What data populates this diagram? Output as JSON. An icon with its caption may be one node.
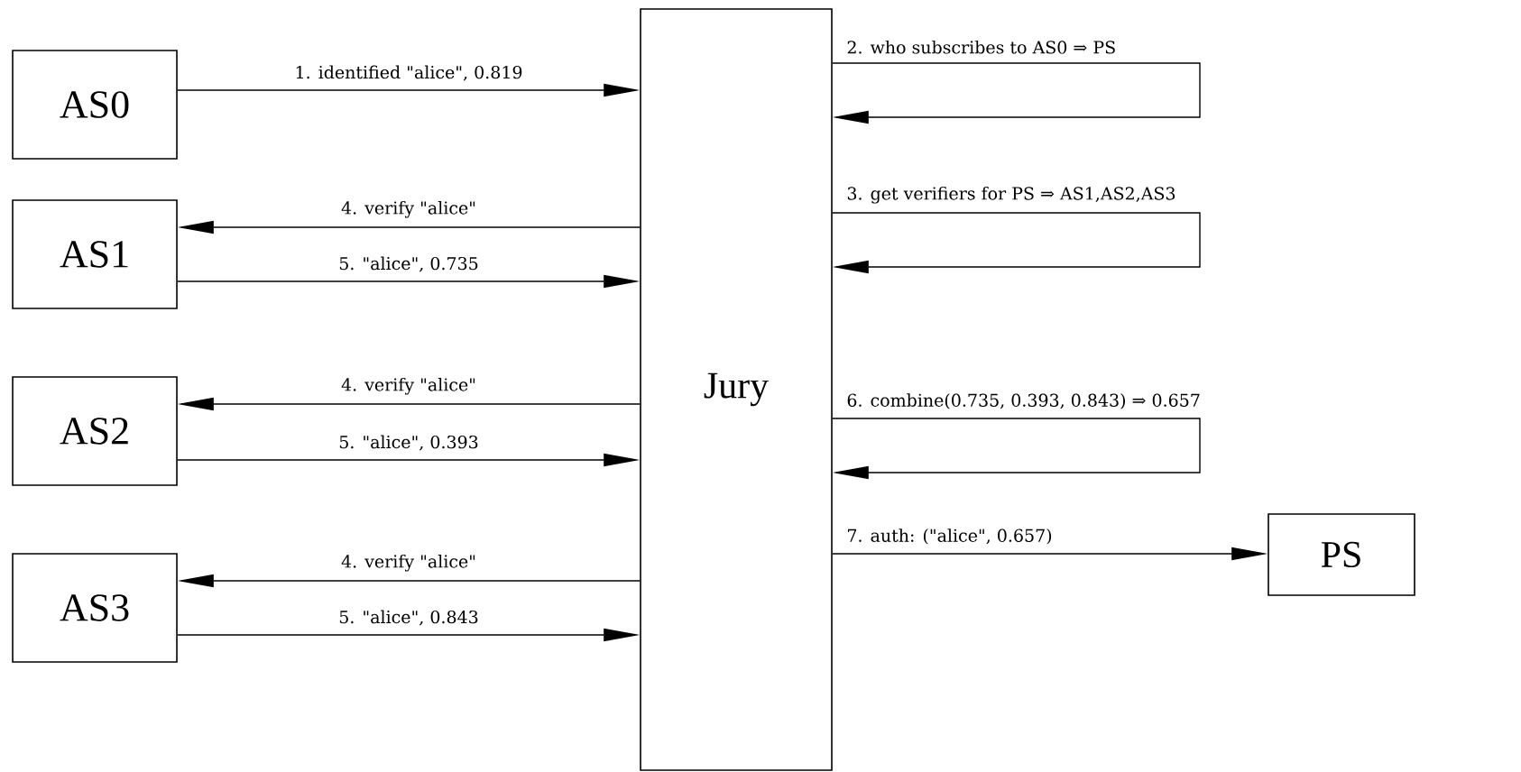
{
  "diagram": {
    "nodes": [
      {
        "text": [
          "AS0"
        ]
      },
      {
        "text": [
          "AS1"
        ]
      },
      {
        "text": [
          "AS2"
        ]
      },
      {
        "text": [
          "AS3"
        ]
      },
      {
        "text": [
          "Jury"
        ]
      },
      {
        "text": [
          "PS"
        ]
      }
    ],
    "edges": [
      {
        "from": 0,
        "to": 4,
        "arrow": "to",
        "label": "1. identified \"alice\", 0.819"
      },
      {
        "from": 4,
        "to": 4,
        "arrow": "to",
        "label": "2. who subscribes to AS0 ⇒ PS"
      },
      {
        "from": 4,
        "to": 4,
        "arrow": "to",
        "label": "3. get verifiers for PS ⇒ AS1,AS2,AS3"
      },
      {
        "from": 4,
        "to": 1,
        "arrow": "to",
        "label": "4. verify \"alice\""
      },
      {
        "from": 1,
        "to": 4,
        "arrow": "to",
        "label": "5. \"alice\", 0.735"
      },
      {
        "from": 4,
        "to": 2,
        "arrow": "to",
        "label": "4. verify \"alice\""
      },
      {
        "from": 2,
        "to": 4,
        "arrow": "to",
        "label": "5. \"alice\", 0.393"
      },
      {
        "from": 4,
        "to": 3,
        "arrow": "to",
        "label": "4. verify \"alice\""
      },
      {
        "from": 3,
        "to": 4,
        "arrow": "to",
        "label": "5. \"alice\", 0.843"
      },
      {
        "from": 4,
        "to": 4,
        "arrow": "to",
        "label": "6. combine(0.735, 0.393, 0.843) ⇒ 0.657"
      },
      {
        "from": 4,
        "to": 5,
        "arrow": "to",
        "label": "7. auth: (\"alice\", 0.657)"
      }
    ]
  }
}
